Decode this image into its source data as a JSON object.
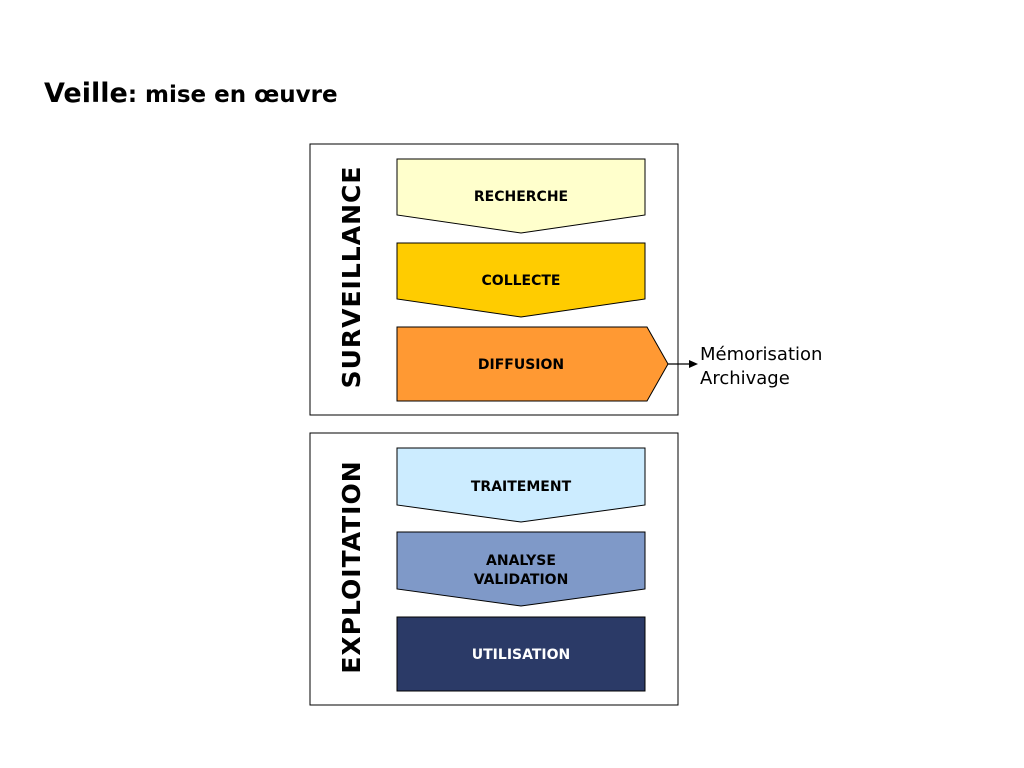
{
  "slide": {
    "title_main": "Veille",
    "title_sub": ": mise en œuvre"
  },
  "groups": [
    {
      "label": "SURVEILLANCE",
      "steps": [
        {
          "lines": [
            "RECHERCHE"
          ],
          "fill": "#FFFFCC",
          "text_color": "#000000"
        },
        {
          "lines": [
            "COLLECTE"
          ],
          "fill": "#FFCC00",
          "text_color": "#000000"
        },
        {
          "lines": [
            "DIFFUSION"
          ],
          "fill": "#FF9933",
          "text_color": "#000000"
        }
      ]
    },
    {
      "label": "EXPLOITATION",
      "steps": [
        {
          "lines": [
            "TRAITEMENT"
          ],
          "fill": "#CCECFF",
          "text_color": "#000000"
        },
        {
          "lines": [
            "ANALYSE",
            "VALIDATION"
          ],
          "fill": "#7F99C8",
          "text_color": "#000000"
        },
        {
          "lines": [
            "UTILISATION"
          ],
          "fill": "#2B3A67",
          "text_color": "#FFFFFF"
        }
      ]
    }
  ],
  "side_note": {
    "line1": "Mémorisation",
    "line2": "Archivage"
  }
}
